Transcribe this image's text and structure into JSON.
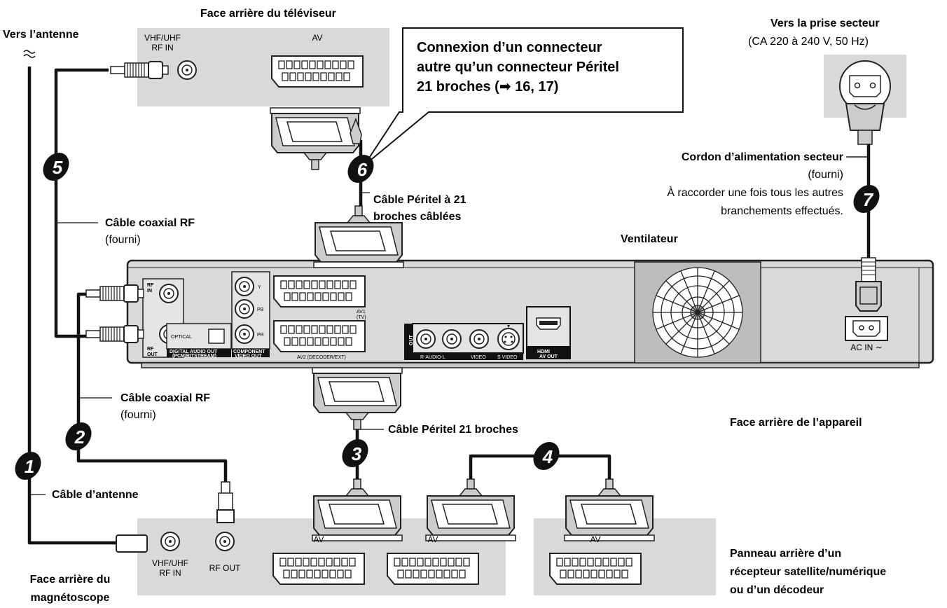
{
  "title_tv": "Face arrière du téléviseur",
  "antenna": "Vers l’antenne",
  "mains": {
    "title": "Vers la prise secteur",
    "spec": "(CA 220 à 240 V, 50 Hz)"
  },
  "callout": [
    "Connexion d’un connecteur",
    "autre qu’un connecteur Péritel",
    "21 broches (➡ 16, 17)"
  ],
  "tv_panel": {
    "rf_in": [
      "VHF/UHF",
      "RF IN"
    ],
    "av": "AV"
  },
  "cables": {
    "rf_coax_a": "Câble coaxial RF",
    "rf_coax_a_sub": "(fourni)",
    "rf_coax_b": "Câble coaxial RF",
    "rf_coax_b_sub": "(fourni)",
    "scart_wired": [
      "Câble Péritel à 21",
      "broches câblées"
    ],
    "scart": "Câble Péritel 21 broches",
    "antenna_cable": "Câble d’antenne",
    "power": "Cordon d’alimentation secteur",
    "power_sub": "(fourni)",
    "power_note": [
      "À raccorder une fois tous les autres",
      "branchements effectués."
    ]
  },
  "fan": "Ventilateur",
  "unit_rear": "Face arrière de l’appareil",
  "numbers": [
    "1",
    "2",
    "3",
    "4",
    "5",
    "6",
    "7"
  ],
  "unit_panel": {
    "rf_in": [
      "RF",
      "IN"
    ],
    "rf_out": [
      "RF",
      "OUT"
    ],
    "optical": "OPTICAL",
    "digital_audio_out": [
      "DIGITAL AUDIO OUT",
      "(PCM/BITSTREAM)"
    ],
    "component": [
      "COMPONENT",
      "VIDEO OUT"
    ],
    "y": "Y",
    "pb": "PB",
    "pr": "PR",
    "av1": [
      "AV1",
      "(TV)"
    ],
    "av2": "AV2  (DECODER/EXT)",
    "out": "OUT",
    "r_audio_l": "R-AUDIO-L",
    "video": "VIDEO",
    "s_video": "S VIDEO",
    "hdmi": "HDMI",
    "av_out": "AV OUT",
    "ac_in": "AC IN ∼"
  },
  "vcr_panel": {
    "rf_in": [
      "VHF/UHF",
      "RF IN"
    ],
    "rf_out": "RF OUT",
    "av1": "AV",
    "av2": "AV"
  },
  "vcr_rear": [
    "Face arrière du",
    "magnétoscope"
  ],
  "sat_panel": {
    "av": "AV"
  },
  "sat_rear": [
    "Panneau arrière d’un",
    "récepteur satellite/numérique",
    "ou d’un décodeur"
  ]
}
